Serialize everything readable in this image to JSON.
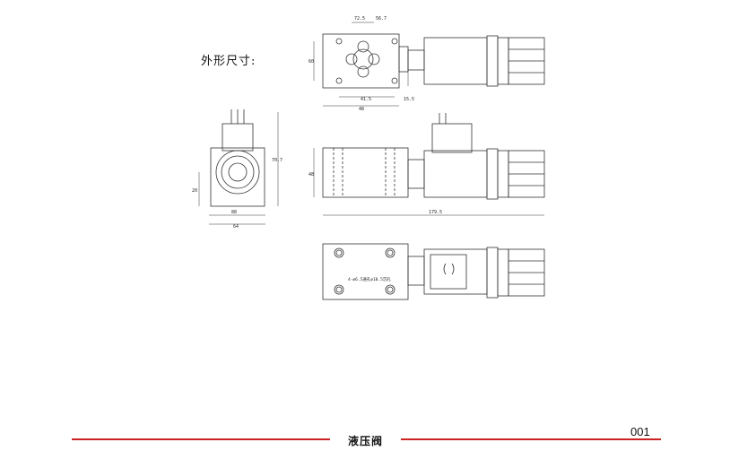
{
  "heading": "外形尺寸:",
  "footer": {
    "title": "液压阀",
    "page_number": "001",
    "rule_color": "#cc2222"
  },
  "dimensions": {
    "top_view": [
      "72.5",
      "56.7",
      "60",
      "41.5",
      "15.5",
      "48"
    ],
    "end_view": [
      "20",
      "88",
      "64",
      "70.7"
    ],
    "side_view": [
      "48",
      "179.5"
    ],
    "bottom_view": [
      "4-ø6.5通孔ø10.5沉孔"
    ]
  }
}
